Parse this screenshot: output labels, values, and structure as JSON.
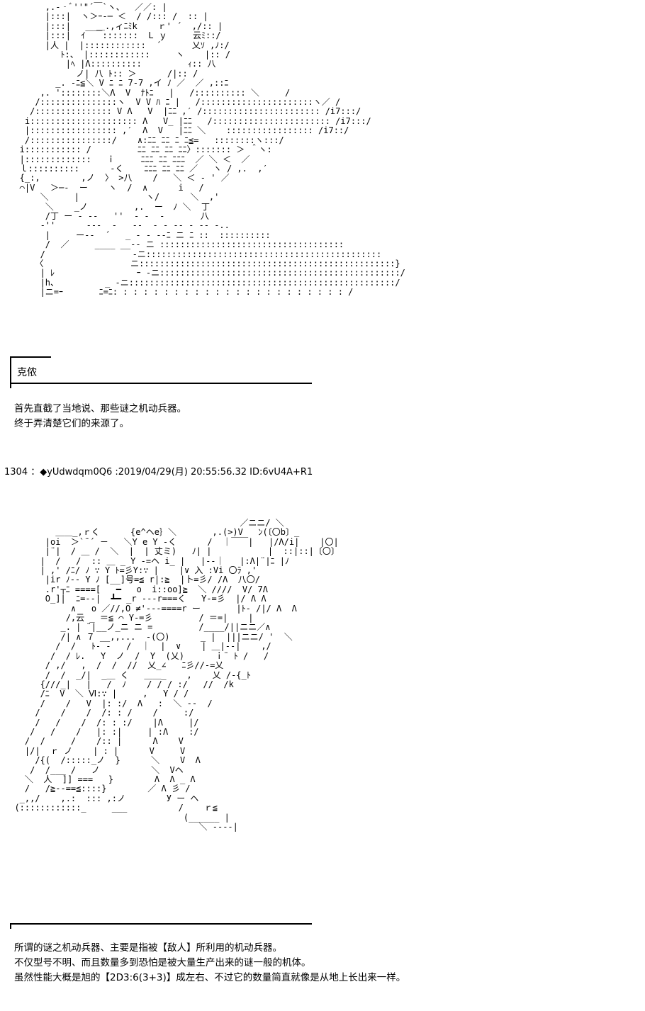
{
  "top_art": "        ,.-‐ﾞ''\"´￣`ヽ、  ／／: |\n        |:::|  ヽ＞ｰ-─ ＜  / /::: /  :: |\n        |:::|     ＿.,ィﾆﾐk    ｒ' ´  ,/:: |\n        |:::|  ｲ￣￣:::::::  L ｙ     云ﾐ::/ \n        |人 |  |::::::::::::  ´      乂ｿ ,ﾉ:/\n           ﾄ:、 |::::::::::::     ヽ    |:: / \n            |ﾍ |Λ::::::::::         ｨ:: 八 \n              ノ| 八 ﾄ:: ＞      /|:: /    \n          _. -ﾆ≦＼ V ﾆ ﾆ 7‐7 ,イ ﾉ ／  ／ ,::ﾆ\n       ,. '::::::::＼Λ  V  ﾅﾄﾆ   |   /:::::::::: ＼     /\n      /:::::::::::::::ヽ  V V ﾊ ﾆ |   /::::::::::::::::::::::ヽ／ /\n     /::::::::::::::: V Λ   V  |ﾆﾆ ,′ /::::::::::::::::::::::: /i7:::/\n    i::::::::::::::::::::: Λ   V_ |ﾆﾆ   /::::::::::::::::::::::: /i7:::/\n    |::::::::::::::::: ,′  Λ  V   |ﾆﾆ ＼    ::::::::::::::::: /i7::/\n    /::::::::::::::::/    ∧:ﾆﾆ ﾆﾆ ﾆ ﾆ≦=   ::::::::ヽ:::/  \n   i::::::::::: /         ﾆﾆ ﾆﾆ ﾆﾆ ﾆﾆ〉::::::: ＞ ＾ヽ:\n   |:::::::::::::   ｉ     ﾆﾆﾆ ﾆﾆ ﾆﾆﾆ  ／ ＼ ＜  ／ \n   ｌ::::::::::      ‐く    ﾆﾆﾆ ﾆﾆ ﾆﾆ ／   ヽ / ,.  ,′\n   {_:,        ,ノ  〉 >八    /   ＼ ＜ ‐ ' ／\n   ⌒|V   ＞─-  ー    ヽ  /  ∧      i   /\n       ＼     |             ヽ/      ＼  ,'\n        ＼    _ノ         ,.  ー  ﾉ ＼  丁\n        /丁 ー - ‐-   ''  - -  -       八\n       ‐''      ‐--  -   ‐-  ‐ - -‐ - ‐‐ -..  \n        |     ー--  ´   _ - - --ﾆ ニ ﾆ ::  ::::::::::\n        /  ／     ____ __-‐ ニ ::::::::::::::::::::::::::::::::::::\n       /                 ‐ニ::::::::::::::::::::::::::::::::::::::::::::::\n      〈                 ニ::::::::::::::::::::::::::::::::::::::::::::::::::}\n       | ﾚ                ｰ ‐ニ:::::::::::::::::::::::::::::::::::::::::::::::/\n       |h、         _ ‐ニ::::::::::::::::::::::::::::::::::::::::::::::::::::/\n       |ニ=ｰ       ﾆ=ﾆ: : : : : : : : : : : : : : : : : : : : : : : /",
  "speaker": "克侬",
  "dialog_1": [
    "首先直截了当地说、那些谜之机动兵器。",
    "终于弄清楚它们的来源了。"
  ],
  "post_header": "1304 ：◆yUdwdqm0Q6 :2019/04/29(月) 20:55:56.32 ID:6vU4A+R1",
  "bottom_art": "                                              ／ニニ/ ＼\n          ＿＿_,ｒく      {e^ヘe｝＼       ,.(>)V   ﾝ(〔〇b〕_\n        |oi  ＞`¨´ －   ＼Y e Y -く      /  ｜￣￣|   |/Λ/i|    |〇|\n        |¨|  / ＿ /  ＼  |  | 丈ミ)   ﾉ| |           |  ::|::|〔〇〕\n       |  /   /  :: ＿ _ Y -=ヘ i_ |   |‐-｜   |:Λ|¨|ﾆ |ﾉ\n       | ,' /ﾆ/ ﾉ ∵ Y ﾄ=彡Y:∵ |    |∨ 入 :Vi 〇ﾗ ,'\n        |ir ﾉ-- Y ﾉ [__]号=≦ r|:≧  |卜=彡/ /Λ  八〇/\n        .r'┬ﾆ ====[   ━   o  i::oo]≧  ＼ ////  V/ 7Λ\n        O_]|  ﾆ=‐-|  ┻━ _r ---r===く   Y-=彡  |/ Λ Λ\n             ∧   o ／//,O ≠'---====r ー       |ﾄ‐ /|/ Λ  Λ\n            /,云 _ ＝≦ ⌒ Y-=彡         / ＝=|    |\n           _. | ¨|__ノ_ニ ニ =         /____/||ニニ／∧\n           /| ∧ ７ __,,...  -(〇)      _ |  |||ニニ/ '  ＼\n          /  /   ﾄ- -   /  ｜  |  ∨    | ＿|--|    ,/\n         /  / ﾚ.   Y  ノ  /  Y  (乂)      ｉ¨ ﾄ /   /\n        / ,/   ,  /  /  //  乂_∠   ﾆ彡//-=乂\n        /  /  _/|  _＿ く   ＿＿_    ,    乂 /-{_ﾄ\n       {///_|   |   /  ﾉ    / / / :/   //  /k\n       /ﾆ  V  ＼ Ⅵ:∵ |     ,   Y / / \n       /    /   V  |: :/  Λ   :  ＼ --  /\n      /    /    /  /: : /    /     :/\n      /   /    /  /: : :/    |Λ     |/\n     /   /    /   |: :|     | :Λ    :/\n    /  /     /    /:: |      Λ    V\n    |/|  ｒ ノ    | : |      V     V \n      /{(  /:::::_ノ  }      ＼    V  Λ\n     /  /___ /   ノ          ＼  Vヘ\n    ＼  人  ]] ===   }        Λ  Λ _ Λ\n    /   /≧--==≦::::}        ／ Λ 彡 / \n   _,,/    ,.:  ::: ,:ノ        У ー ヘ\n  (::::::::::::_     ___          /    ｒ≦\n                                   (______ |\n                                      ＼ ----|",
  "dialog_2": [
    "所谓的谜之机动兵器、主要是指被【敌人】所利用的机动兵器。",
    "不仅型号不明、而且数量多到恐怕是被大量生产出来的谜一般的机体。",
    "虽然性能大概是旭的【2D3:6(3+3)】成左右、不过它的数量简直就像是从地上长出来一样。"
  ]
}
